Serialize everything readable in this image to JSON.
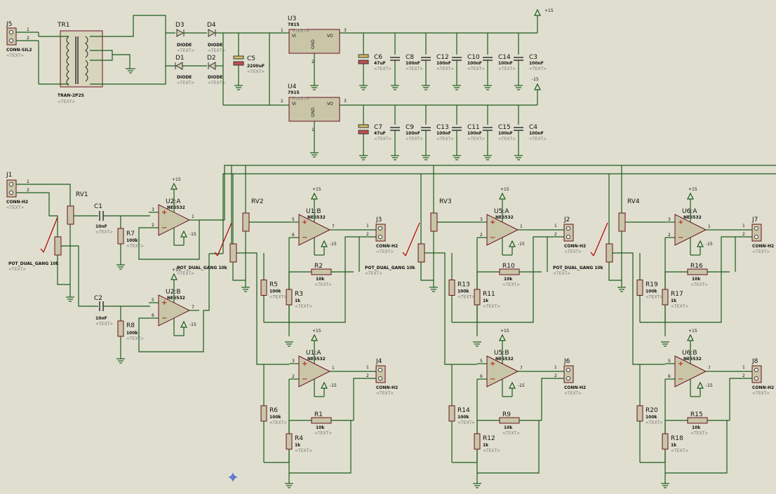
{
  "text_tag": "<TEXT>",
  "power": {
    "J5": {
      "ref": "J5",
      "val": "CONN-SIL2"
    },
    "TR1": {
      "ref": "TR1",
      "val": "TRAN-2P2S"
    },
    "D3": {
      "ref": "D3",
      "val": "DIODE"
    },
    "D4": {
      "ref": "D4",
      "val": "DIODE"
    },
    "D1": {
      "ref": "D1",
      "val": "DIODE"
    },
    "D2": {
      "ref": "D2",
      "val": "DIODE"
    },
    "C5": {
      "ref": "C5",
      "val": "2200uF"
    },
    "U3": {
      "ref": "U3",
      "val": "7815"
    },
    "U4": {
      "ref": "U4",
      "val": "7915"
    },
    "reg_vi": "VI",
    "reg_vo": "VO",
    "reg_gnd": "GND",
    "pos_rail": "+15",
    "neg_rail": "-15",
    "caps_top": [
      {
        "ref": "C6",
        "val": "47uF"
      },
      {
        "ref": "C8",
        "val": "100nF"
      },
      {
        "ref": "C12",
        "val": "100nF"
      },
      {
        "ref": "C10",
        "val": "100nF"
      },
      {
        "ref": "C14",
        "val": "100nF"
      },
      {
        "ref": "C3",
        "val": "100nF"
      }
    ],
    "caps_bot": [
      {
        "ref": "C7",
        "val": "47uF"
      },
      {
        "ref": "C9",
        "val": "100nF"
      },
      {
        "ref": "C13",
        "val": "100nF"
      },
      {
        "ref": "C11",
        "val": "100nF"
      },
      {
        "ref": "C15",
        "val": "100nF"
      },
      {
        "ref": "C4",
        "val": "100nF"
      }
    ]
  },
  "input": {
    "J1": {
      "ref": "J1",
      "val": "CONN-H2"
    },
    "RV1": {
      "ref": "RV1",
      "val": "POT_DUAL_GANG 10k"
    },
    "C1": {
      "ref": "C1",
      "val": "10nF"
    },
    "C2": {
      "ref": "C2",
      "val": "10nF"
    },
    "R7": {
      "ref": "R7",
      "val": "100k"
    },
    "R8": {
      "ref": "R8",
      "val": "100k"
    },
    "U2A": {
      "ref": "U2:A",
      "val": "NE5532"
    },
    "U2B": {
      "ref": "U2:B",
      "val": "NE5532"
    }
  },
  "stages": [
    {
      "pot": {
        "ref": "RV2",
        "val": "POT_DUAL_GANG 10k"
      },
      "opA": {
        "ref": "U1:B",
        "val": "NE5532"
      },
      "opB": {
        "ref": "U1:A",
        "val": "NE5532"
      },
      "jA": {
        "ref": "J3",
        "val": "CONN-H2"
      },
      "jB": {
        "ref": "J4",
        "val": "CONN-H2"
      },
      "rA1": {
        "ref": "R5",
        "val": "100k"
      },
      "rA2": {
        "ref": "R3",
        "val": "1k"
      },
      "rAf": {
        "ref": "R2",
        "val": "10k"
      },
      "rB1": {
        "ref": "R6",
        "val": "100k"
      },
      "rB2": {
        "ref": "R4",
        "val": "1k"
      },
      "rBf": {
        "ref": "R1",
        "val": "10k"
      }
    },
    {
      "pot": {
        "ref": "RV3",
        "val": "POT_DUAL_GANG 10k"
      },
      "opA": {
        "ref": "U5:A",
        "val": "NE5532"
      },
      "opB": {
        "ref": "U5:B",
        "val": "NE5532"
      },
      "jA": {
        "ref": "J2",
        "val": "CONN-H2"
      },
      "jB": {
        "ref": "J6",
        "val": "CONN-H2"
      },
      "rA1": {
        "ref": "R13",
        "val": "100k"
      },
      "rA2": {
        "ref": "R11",
        "val": "1k"
      },
      "rAf": {
        "ref": "R10",
        "val": "10k"
      },
      "rB1": {
        "ref": "R14",
        "val": "100k"
      },
      "rB2": {
        "ref": "R12",
        "val": "1k"
      },
      "rBf": {
        "ref": "R9",
        "val": "10k"
      }
    },
    {
      "pot": {
        "ref": "RV4",
        "val": "POT_DUAL_GANG 10k"
      },
      "opA": {
        "ref": "U6:A",
        "val": "NE5532"
      },
      "opB": {
        "ref": "U6:B",
        "val": "NE5532"
      },
      "jA": {
        "ref": "J7",
        "val": "CONN-H2"
      },
      "jB": {
        "ref": "J8",
        "val": "CONN-H2"
      },
      "rA1": {
        "ref": "R19",
        "val": "100k"
      },
      "rA2": {
        "ref": "R17",
        "val": "1k"
      },
      "rAf": {
        "ref": "R16",
        "val": "10k"
      },
      "rB1": {
        "ref": "R20",
        "val": "100k"
      },
      "rB2": {
        "ref": "R18",
        "val": "1k"
      },
      "rBf": {
        "ref": "R15",
        "val": "10k"
      }
    }
  ]
}
